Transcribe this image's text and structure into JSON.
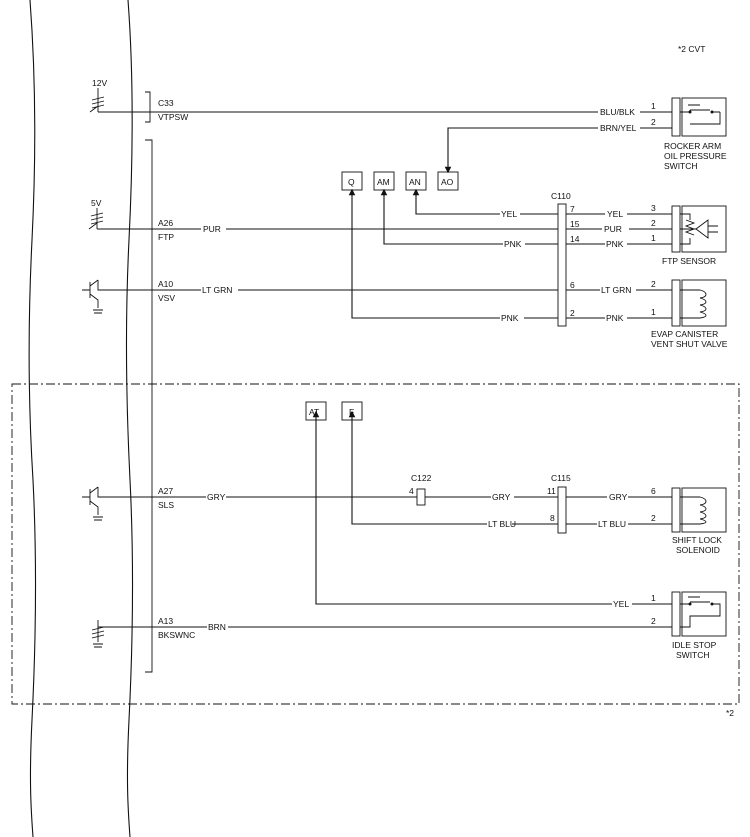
{
  "note_top": "*2 CVT",
  "note_bottom": "*2",
  "ecm_pins": [
    {
      "id": "C33",
      "name": "VTPSW",
      "supply": "12V"
    },
    {
      "id": "A26",
      "name": "FTP",
      "supply": "5V"
    },
    {
      "id": "A10",
      "name": "VSV"
    },
    {
      "id": "A27",
      "name": "SLS"
    },
    {
      "id": "A13",
      "name": "BKSWNC"
    }
  ],
  "wires": {
    "blu_blk": "BLU/BLK",
    "brn_yel": "BRN/YEL",
    "pur": "PUR",
    "yel": "YEL",
    "pnk": "PNK",
    "lt_grn": "LT GRN",
    "gry": "GRY",
    "lt_blu": "LT BLU",
    "brn": "BRN"
  },
  "connectors": {
    "c110": "C110",
    "c122": "C122",
    "c115": "C115"
  },
  "pins": {
    "c110": [
      "7",
      "15",
      "14",
      "6",
      "2"
    ],
    "c122": [
      "4"
    ],
    "c115": [
      "11",
      "8"
    ],
    "rocker": [
      "1",
      "2"
    ],
    "ftp": [
      "3",
      "2",
      "1"
    ],
    "evap": [
      "2",
      "1"
    ],
    "shift": [
      "6",
      "2"
    ],
    "idle": [
      "1",
      "2"
    ]
  },
  "refs": {
    "q": "Q",
    "am": "AM",
    "an": "AN",
    "ao": "AO",
    "at": "AT",
    "f": "F"
  },
  "components": {
    "rocker": [
      "ROCKER ARM",
      "OIL PRESSURE",
      "SWITCH"
    ],
    "ftp": [
      "FTP SENSOR"
    ],
    "evap": [
      "EVAP CANISTER",
      "VENT SHUT VALVE"
    ],
    "shift": [
      "SHIFT LOCK",
      "SOLENOID"
    ],
    "idle": [
      "IDLE STOP",
      "SWITCH"
    ]
  }
}
